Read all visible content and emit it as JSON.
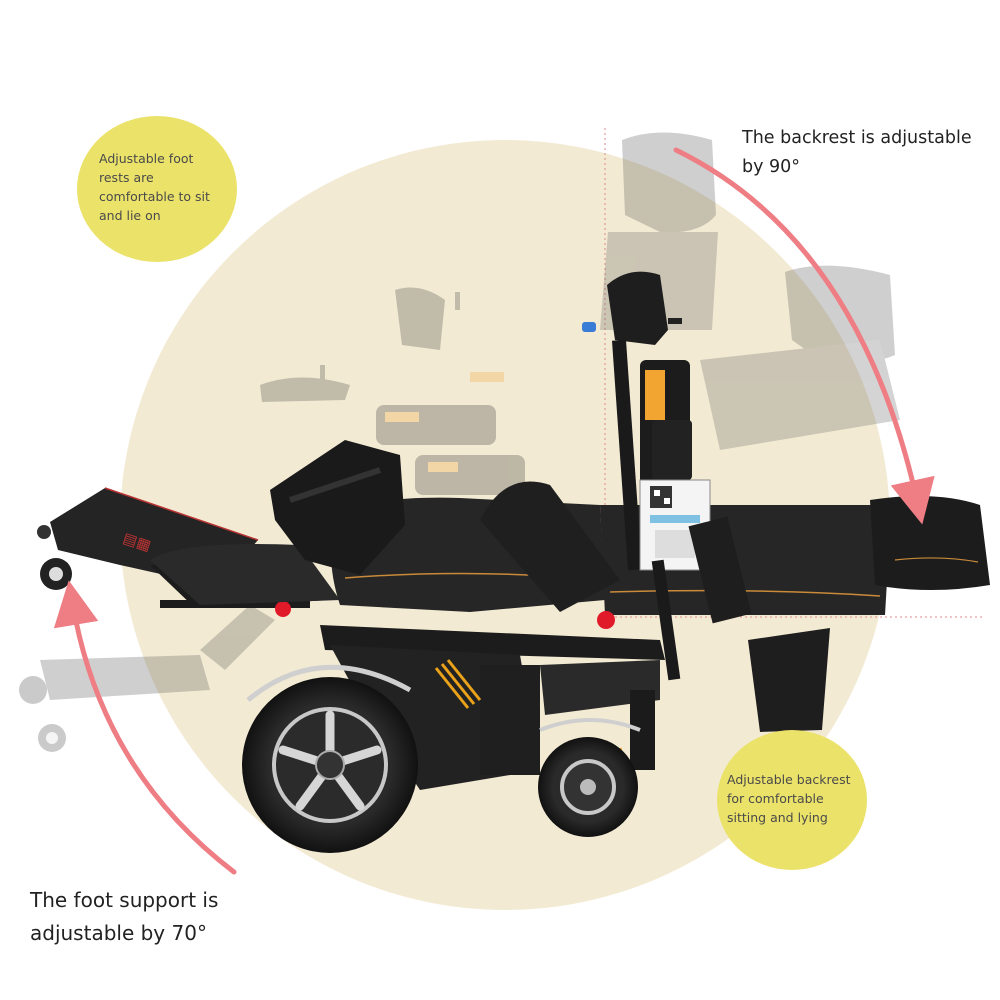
{
  "colors": {
    "background": "#ffffff",
    "circle": "#f3ead3",
    "bubble": "#ebe26a",
    "arrow": "#ee7d84",
    "frame": "#1c1c1c",
    "seat": "#262626",
    "stitch": "#c98a3a",
    "reflector": "#f2a531",
    "light": "#e11a2a",
    "spring": "#e9a21a",
    "rim": "#b9b9b9"
  },
  "callouts": {
    "footrest": {
      "text": "Adjustable foot\nrests are\ncomfortable to sit\nand lie on",
      "icon": "info-bubble"
    },
    "backrest": {
      "text": "Adjustable backrest\nfor comfortable\nsitting and lying",
      "icon": "info-bubble"
    }
  },
  "captions": {
    "backrest_angle": "The backrest is adjustable\n by 90°",
    "foot_angle": "The foot support is\nadjustable by 70°"
  },
  "product": {
    "name": "reclining electric wheelchair",
    "icon": "wheelchair-icon"
  }
}
